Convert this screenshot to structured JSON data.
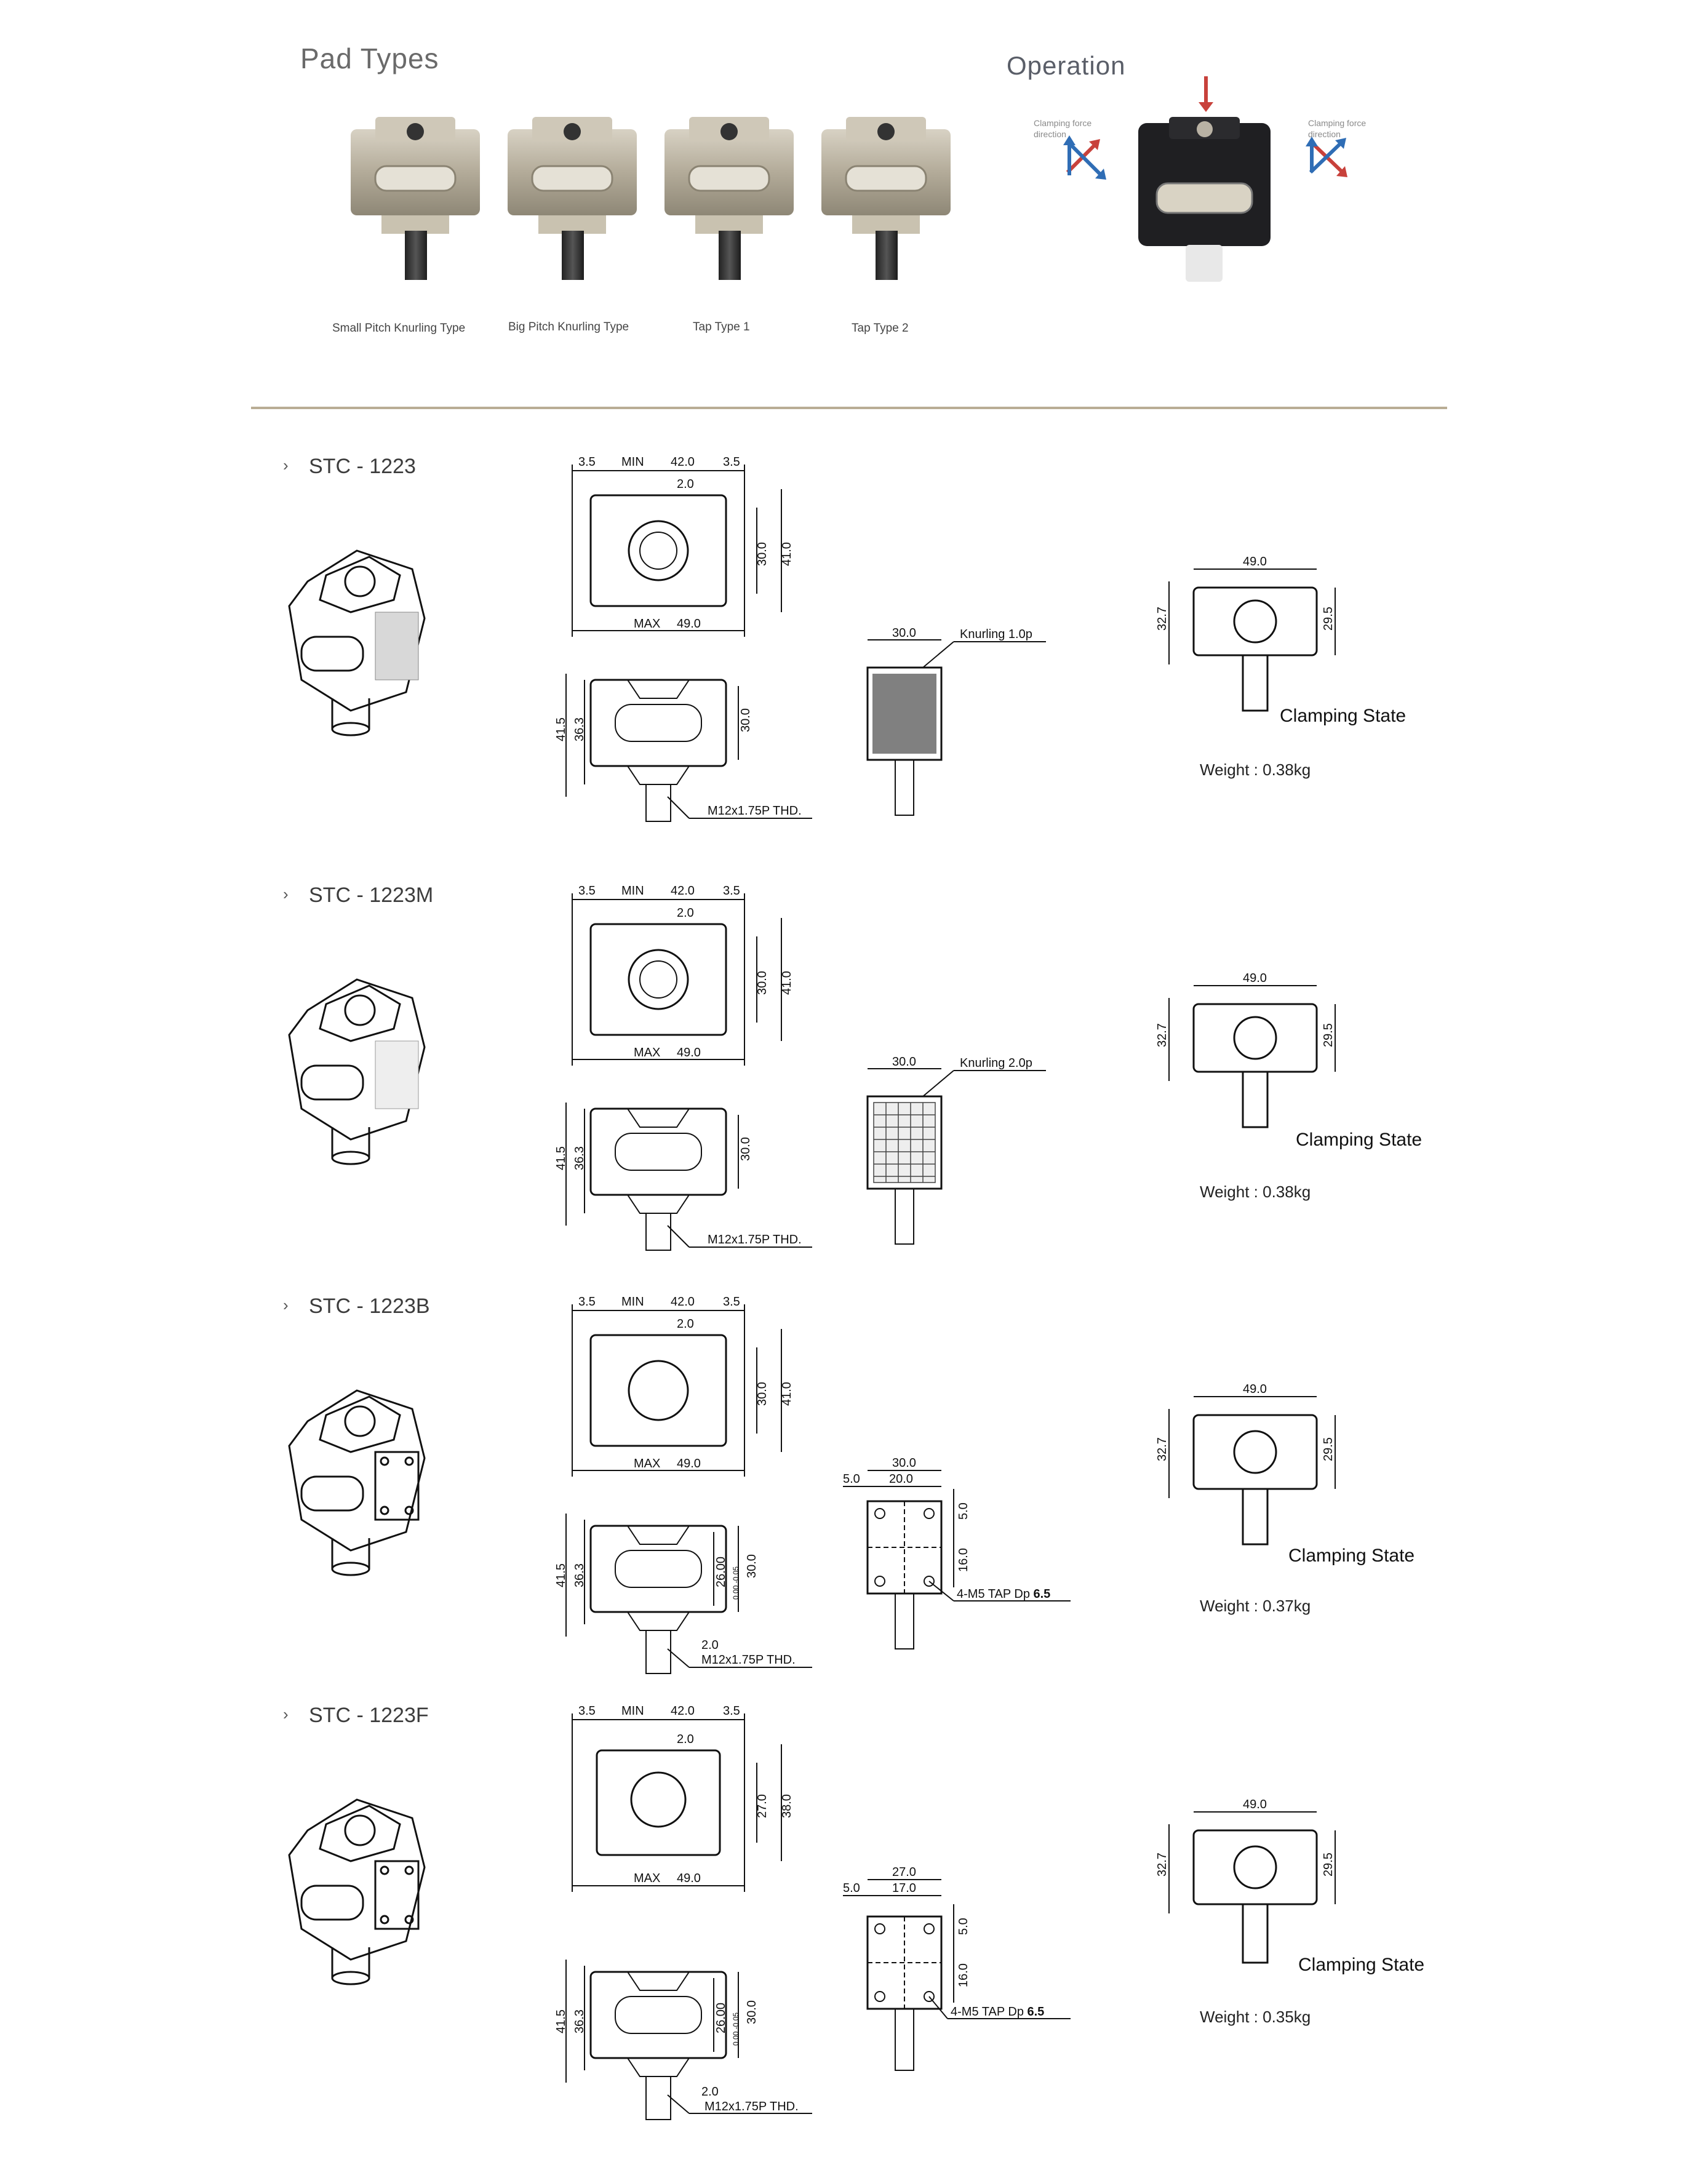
{
  "header": {
    "pad_types_title": "Pad Types",
    "operation_title": "Operation",
    "clamping_left": "Clamping force direction",
    "clamping_right": "Clamping force direction"
  },
  "pad_types": [
    {
      "caption": "Small Pitch Knurling Type"
    },
    {
      "caption": "Big Pitch Knurling Type"
    },
    {
      "caption": "Tap Type 1"
    },
    {
      "caption": "Tap Type 2"
    }
  ],
  "colors": {
    "divider": "#b9ad95",
    "arrow_red": "#c8413b",
    "arrow_blue": "#2f6db5",
    "body_metal": "#b9b2a4"
  },
  "sections": [
    {
      "title": "STC - 1223",
      "top": {
        "left_gap": "3.5",
        "min": "MIN",
        "min_val": "42.0",
        "right_gap": "3.5",
        "center": "2.0",
        "h1": "30.0",
        "h2": "41.0",
        "max": "MAX",
        "max_val": "49.0"
      },
      "front": {
        "h_outer": "41.5",
        "h_inner": "36.3",
        "h_body": "30.0",
        "thread": "M12x1.75P THD."
      },
      "side": {
        "width": "30.0",
        "note": "Knurling 1.0p"
      },
      "state": {
        "width": "49.0",
        "h_left": "32.7",
        "h_right": "29.5",
        "label": "Clamping State",
        "weight": "Weight : 0.38kg"
      }
    },
    {
      "title": "STC - 1223M",
      "top": {
        "left_gap": "3.5",
        "min": "MIN",
        "min_val": "42.0",
        "right_gap": "3.5",
        "center": "2.0",
        "h1": "30.0",
        "h2": "41.0",
        "max": "MAX",
        "max_val": "49.0"
      },
      "front": {
        "h_outer": "41.5",
        "h_inner": "36.3",
        "h_body": "30.0",
        "thread": "M12x1.75P THD."
      },
      "side": {
        "width": "30.0",
        "note": "Knurling 2.0p"
      },
      "state": {
        "width": "49.0",
        "h_left": "32.7",
        "h_right": "29.5",
        "label": "Clamping State",
        "weight": "Weight : 0.38kg"
      }
    },
    {
      "title": "STC - 1223B",
      "top": {
        "left_gap": "3.5",
        "min": "MIN",
        "min_val": "42.0",
        "right_gap": "3.5",
        "center": "2.0",
        "h1": "30.0",
        "h2": "41.0",
        "max": "MAX",
        "max_val": "49.0"
      },
      "front": {
        "h_outer": "41.5",
        "h_inner": "36.3",
        "h_mid": "26.00",
        "tol": "0.00 -0.05",
        "h_body": "30.0",
        "gap": "2.0",
        "thread": "M12x1.75P THD."
      },
      "side": {
        "width": "30.0",
        "edge": "5.0",
        "inner": "20.0",
        "v_top": "5.0",
        "v_mid": "16.0",
        "tap": "4-M5 TAP Dp",
        "tap_depth": "6.5"
      },
      "state": {
        "width": "49.0",
        "h_left": "32.7",
        "h_right": "29.5",
        "label": "Clamping State",
        "weight": "Weight : 0.37kg"
      }
    },
    {
      "title": "STC - 1223F",
      "top": {
        "left_gap": "3.5",
        "min": "MIN",
        "min_val": "42.0",
        "right_gap": "3.5",
        "center": "2.0",
        "h1": "27.0",
        "h2": "38.0",
        "max": "MAX",
        "max_val": "49.0"
      },
      "front": {
        "h_outer": "41.5",
        "h_inner": "36.3",
        "h_mid": "26.00",
        "tol": "0.00 -0.05",
        "h_body": "30.0",
        "gap": "2.0",
        "thread": "M12x1.75P THD."
      },
      "side": {
        "width": "27.0",
        "edge": "5.0",
        "inner": "17.0",
        "v_top": "5.0",
        "v_mid": "16.0",
        "tap": "4-M5 TAP Dp",
        "tap_depth": "6.5"
      },
      "state": {
        "width": "49.0",
        "h_left": "32.7",
        "h_right": "29.5",
        "label": "Clamping State",
        "weight": "Weight : 0.35kg"
      }
    }
  ]
}
